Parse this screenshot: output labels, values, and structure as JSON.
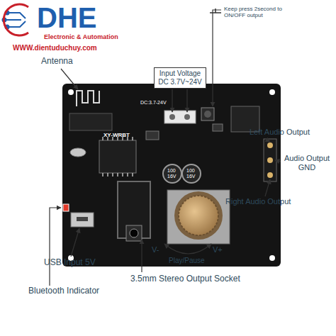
{
  "diagram": {
    "nodes": [
      {
        "text": [
          "Input Voltage",
          "DC 3.7V~24V"
        ]
      }
    ],
    "edges": [],
    "labels": [
      "DHE",
      "Electronic & Automation",
      "WWW.dientuduchuy.com",
      "Antenna",
      "Keep press 2second to ON/OFF output",
      "Left Audio Output",
      "Audio Output GND",
      "Right Audio Output",
      "USB Input 5V",
      "Bluetooth Indicator",
      "3.5mm Stereo Output Socket",
      "Play/Pause",
      "V-",
      "V+",
      "XY-WRBT",
      "DC:3.7-24V",
      "100",
      "16V",
      "100",
      "16V"
    ]
  }
}
